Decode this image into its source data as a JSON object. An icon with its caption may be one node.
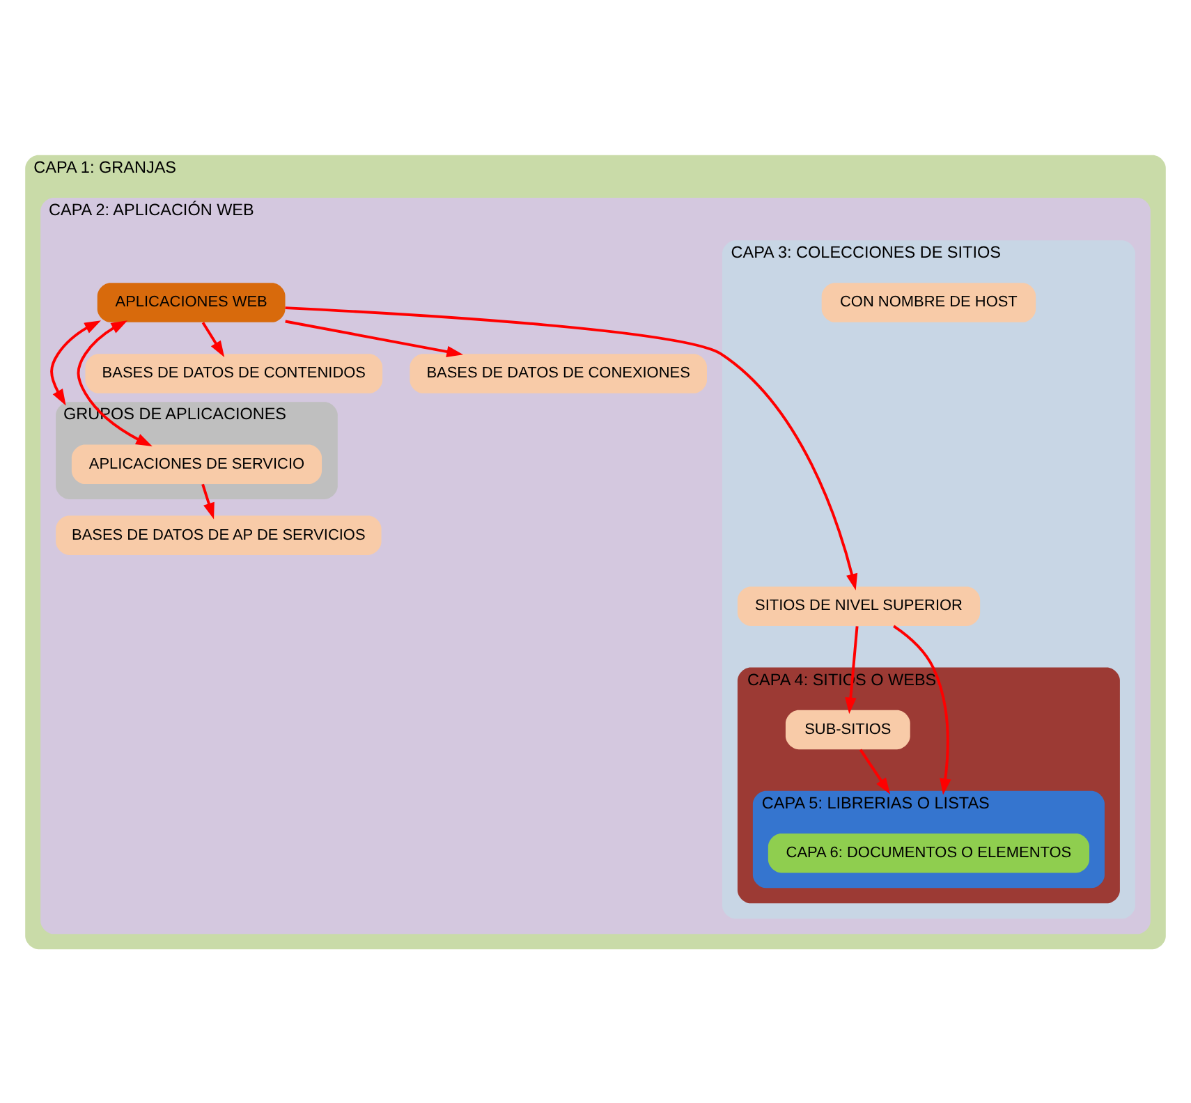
{
  "diagram": {
    "nodes": [
      {
        "text": [
          "CAPA 1: GRANJAS"
        ]
      },
      {
        "text": [
          "CAPA 2: APLICACIÓN WEB"
        ],
        "in": 0
      },
      {
        "text": [
          "APLICACIONES WEB"
        ],
        "in": 1
      },
      {
        "text": [
          "GRUPOS DE APLICACIONES"
        ],
        "in": 1
      },
      {
        "text": [
          "APLICACIONES DE SERVICIO"
        ],
        "in": 3
      },
      {
        "text": [
          "BASES DE DATOS DE CONTENIDOS"
        ],
        "in": 1
      },
      {
        "text": [
          "BASES DE DATOS DE CONEXIONES"
        ],
        "in": 1
      },
      {
        "text": [
          "BASES DE DATOS DE AP DE SERVICIOS"
        ],
        "in": 1
      },
      {
        "text": [
          "CAPA 3: COLECCIONES DE SITIOS"
        ],
        "in": 1
      },
      {
        "text": [
          "SITIOS DE NIVEL SUPERIOR"
        ],
        "in": 8
      },
      {
        "text": [
          "CON NOMBRE DE HOST"
        ],
        "in": 8
      },
      {
        "text": [
          "CAPA 4: SITIOS O WEBS"
        ],
        "in": 8
      },
      {
        "text": [
          "SUB-SITIOS"
        ],
        "in": 11
      },
      {
        "text": [
          "CAPA 5: LIBRERIAS O LISTAS"
        ],
        "in": 11
      },
      {
        "text": [
          "CAPA 6: DOCUMENTOS O ELEMENTOS"
        ],
        "in": 13
      }
    ],
    "edges": [
      {
        "from": 2,
        "to": 3,
        "arrow": "both"
      },
      {
        "from": 2,
        "to": 4,
        "arrow": "both"
      },
      {
        "from": 2,
        "to": 5,
        "arrow": "to"
      },
      {
        "from": 2,
        "to": 6,
        "arrow": "to"
      },
      {
        "from": 4,
        "to": 7,
        "arrow": "to"
      },
      {
        "from": 2,
        "to": 9,
        "arrow": "to"
      },
      {
        "from": 9,
        "to": 12,
        "arrow": "to"
      },
      {
        "from": 9,
        "to": 13,
        "arrow": "to"
      },
      {
        "from": 12,
        "to": 13,
        "arrow": "to"
      }
    ]
  }
}
